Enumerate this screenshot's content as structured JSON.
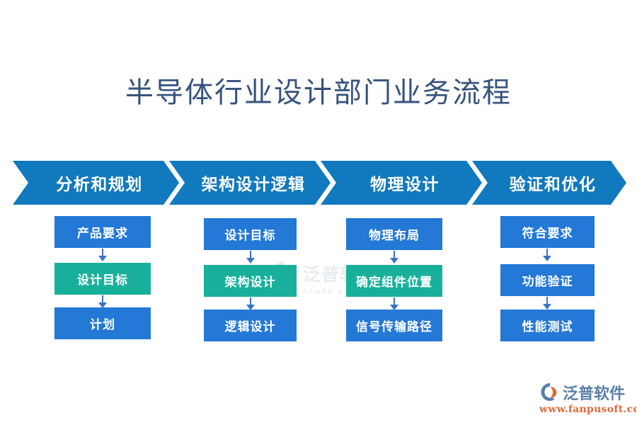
{
  "page": {
    "title": "半导体行业设计部门业务流程",
    "background_color": "#ffffff"
  },
  "colors": {
    "title_text": "#36537d",
    "chevron_blue": "#1179be",
    "box_blue": "#2478d6",
    "box_teal": "#19b09b",
    "arrow_blue": "#3a73c4",
    "logo_blue": "#5b7fa6",
    "logo_orange": "#e06a3a",
    "watermark_gray": "#c9d3da"
  },
  "phases": [
    {
      "banner_label": "分析和规划",
      "steps": [
        {
          "label": "产品要求",
          "color": "blue"
        },
        {
          "label": "设计目标",
          "color": "teal"
        },
        {
          "label": "计划",
          "color": "blue"
        }
      ]
    },
    {
      "banner_label": "架构设计逻辑",
      "steps": [
        {
          "label": "设计目标",
          "color": "blue"
        },
        {
          "label": "架构设计",
          "color": "teal"
        },
        {
          "label": "逻辑设计",
          "color": "blue"
        }
      ]
    },
    {
      "banner_label": "物理设计",
      "steps": [
        {
          "label": "物理布局",
          "color": "blue"
        },
        {
          "label": "确定组件位置",
          "color": "teal"
        },
        {
          "label": "信号传输路径",
          "color": "blue"
        }
      ]
    },
    {
      "banner_label": "验证和优化",
      "steps": [
        {
          "label": "符合要求",
          "color": "blue"
        },
        {
          "label": "功能验证",
          "color": "blue"
        },
        {
          "label": "性能测试",
          "color": "blue"
        }
      ]
    }
  ],
  "watermark": {
    "brand_cn": "泛普软件",
    "brand_en": "FANPU SOFTWARE"
  },
  "logo": {
    "brand_cn": "泛普软件",
    "url": "www.fanpusoft.com"
  }
}
